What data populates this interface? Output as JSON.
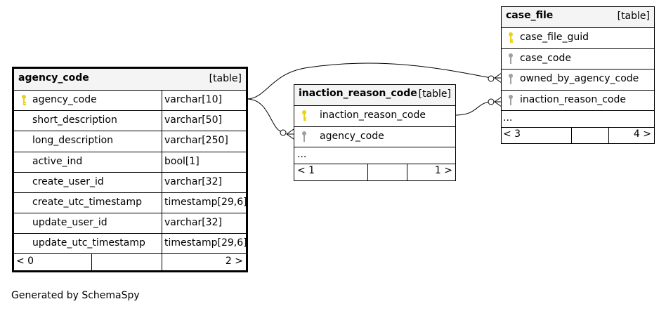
{
  "tables": {
    "case_file": {
      "name": "case_file",
      "type_label": "[table]",
      "columns": [
        {
          "name": "case_file_guid",
          "key": "primary"
        },
        {
          "name": "case_code",
          "key": "foreign"
        },
        {
          "name": "owned_by_agency_code",
          "key": "foreign"
        },
        {
          "name": "inaction_reason_code",
          "key": "foreign"
        }
      ],
      "more": "...",
      "parents": "< 3",
      "children": "4 >"
    },
    "inaction_reason_code": {
      "name": "inaction_reason_code",
      "type_label": "[table]",
      "columns": [
        {
          "name": "inaction_reason_code",
          "key": "primary"
        },
        {
          "name": "agency_code",
          "key": "foreign"
        }
      ],
      "more": "...",
      "parents": "< 1",
      "children": "1 >"
    },
    "agency_code": {
      "name": "agency_code",
      "type_label": "[table]",
      "columns": [
        {
          "name": "agency_code",
          "type": "varchar[10]",
          "key": "primary"
        },
        {
          "name": "short_description",
          "type": "varchar[50]",
          "key": "none"
        },
        {
          "name": "long_description",
          "type": "varchar[250]",
          "key": "none"
        },
        {
          "name": "active_ind",
          "type": "bool[1]",
          "key": "none"
        },
        {
          "name": "create_user_id",
          "type": "varchar[32]",
          "key": "none"
        },
        {
          "name": "create_utc_timestamp",
          "type": "timestamp[29,6]",
          "key": "none"
        },
        {
          "name": "update_user_id",
          "type": "varchar[32]",
          "key": "none"
        },
        {
          "name": "update_utc_timestamp",
          "type": "timestamp[29,6]",
          "key": "none"
        }
      ],
      "parents": "< 0",
      "children": "2 >"
    }
  },
  "colors": {
    "primary_key": "#e8d21a",
    "foreign_key": "#a0a0a0",
    "header_bg": "#f4f4f4"
  },
  "footer": "Generated by SchemaSpy"
}
